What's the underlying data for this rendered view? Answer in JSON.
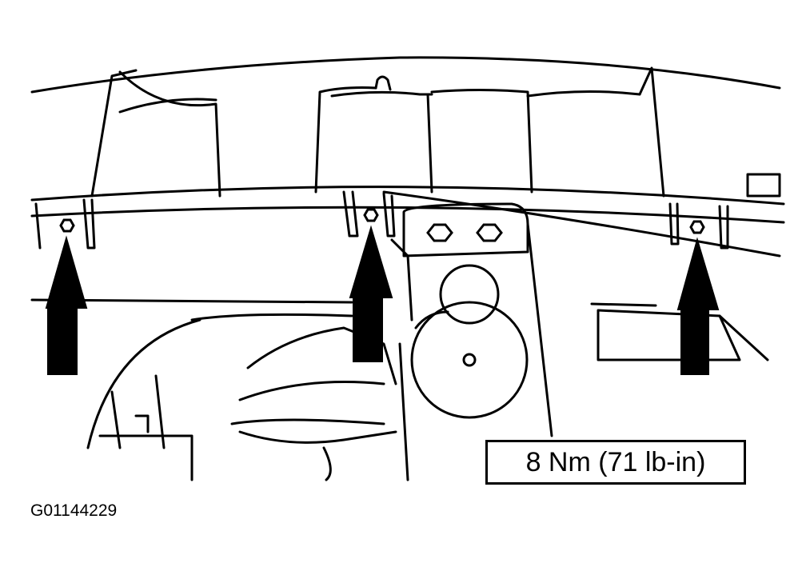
{
  "callout": {
    "torque": "8 Nm (71 lb-in)"
  },
  "figure": {
    "id": "G01144229"
  },
  "fasteners": {
    "count": 3,
    "icon": "nut-icon",
    "arrow": "arrow-up-icon"
  },
  "colors": {
    "line": "#000000",
    "background": "#ffffff"
  }
}
